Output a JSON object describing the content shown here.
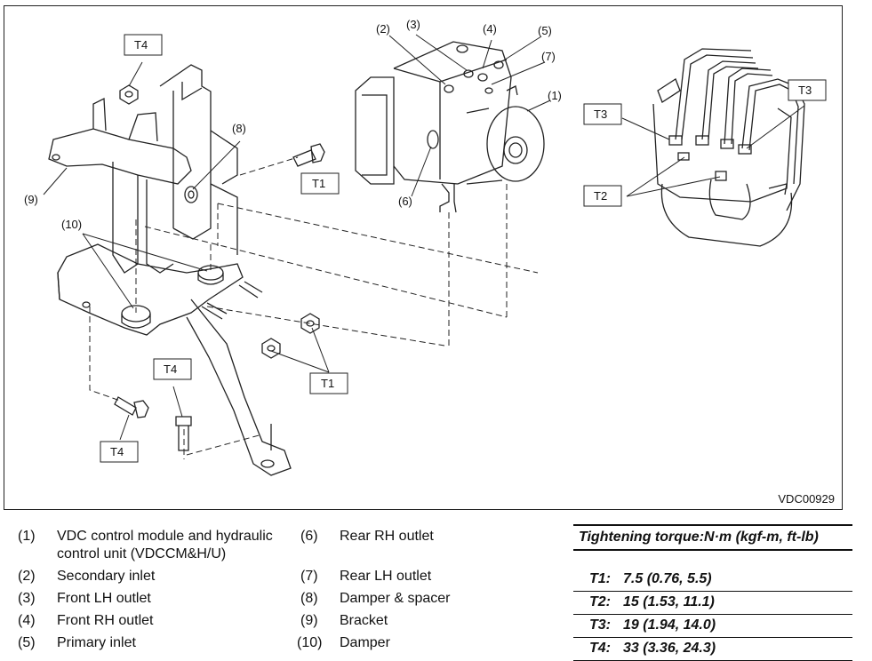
{
  "figure_id": "VDC00929",
  "callouts": {
    "c1": "(1)",
    "c2": "(2)",
    "c3": "(3)",
    "c4": "(4)",
    "c5": "(5)",
    "c6": "(6)",
    "c7": "(7)",
    "c8": "(8)",
    "c9": "(9)",
    "c10": "(10)"
  },
  "torque_tags": {
    "t1": "T1",
    "t2": "T2",
    "t3": "T3",
    "t4": "T4"
  },
  "legend_left": [
    {
      "num": "(1)",
      "text": "VDC control module and hydraulic control unit (VDCCM&H/U)"
    },
    {
      "num": "(2)",
      "text": "Secondary inlet"
    },
    {
      "num": "(3)",
      "text": "Front LH outlet"
    },
    {
      "num": "(4)",
      "text": "Front RH outlet"
    },
    {
      "num": "(5)",
      "text": "Primary inlet"
    }
  ],
  "legend_mid": [
    {
      "num": "(6)",
      "text": "Rear RH outlet"
    },
    {
      "num": "(7)",
      "text": "Rear LH outlet"
    },
    {
      "num": "(8)",
      "text": "Damper & spacer"
    },
    {
      "num": "(9)",
      "text": "Bracket"
    },
    {
      "num": "(10)",
      "text": "Damper"
    }
  ],
  "torque": {
    "title": "Tightening torque:N·m (kgf-m, ft-lb)",
    "rows": [
      {
        "key": "T1:",
        "value": "7.5 (0.76, 5.5)"
      },
      {
        "key": "T2:",
        "value": "15 (1.53, 11.1)"
      },
      {
        "key": "T3:",
        "value": "19 (1.94, 14.0)"
      },
      {
        "key": "T4:",
        "value": "33 (3.36, 24.3)"
      }
    ]
  }
}
